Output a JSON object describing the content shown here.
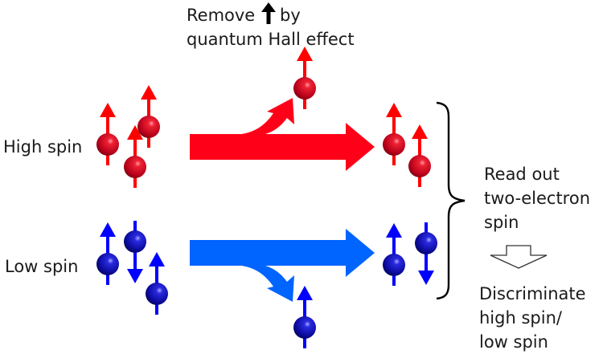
{
  "title": {
    "line1_before": "Remove",
    "line1_symbol": "up-arrow",
    "line1_after": "by",
    "line2": "quantum Hall effect"
  },
  "labels": {
    "high_spin": "High spin",
    "low_spin": "Low spin"
  },
  "readout": {
    "lines": [
      "Read out",
      "two-electron",
      "spin"
    ]
  },
  "result": {
    "lines": [
      "Discriminate",
      "high spin/",
      "low spin"
    ]
  },
  "colors": {
    "red_arrow": "#ff0019",
    "blue_arrow": "#0064ff",
    "red_electron": "#c8001e",
    "blue_electron": "#0a0aa0",
    "red_spin": "#ff0000",
    "blue_spin": "#0000ff",
    "text": "#1a1a1a"
  },
  "electrons": {
    "high_spin_input": [
      "up",
      "up",
      "up"
    ],
    "low_spin_input": [
      "up",
      "down",
      "up"
    ],
    "removed_from_high": "up",
    "removed_from_low": "up",
    "high_spin_output": [
      "up",
      "up"
    ],
    "low_spin_output": [
      "up",
      "down"
    ]
  }
}
